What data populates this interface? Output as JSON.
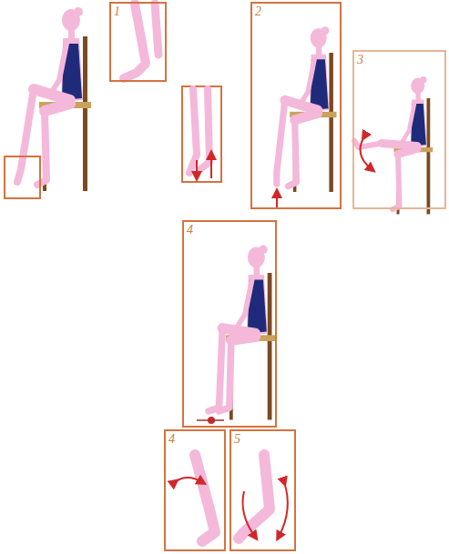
{
  "diagram": {
    "nodes": [
      {
        "text": [
          "1"
        ]
      },
      {
        "text": [
          "2"
        ]
      },
      {
        "text": [
          "3"
        ]
      },
      {
        "text": [
          "4"
        ]
      },
      {
        "text": [
          "4"
        ]
      },
      {
        "text": [
          "5"
        ]
      }
    ]
  }
}
